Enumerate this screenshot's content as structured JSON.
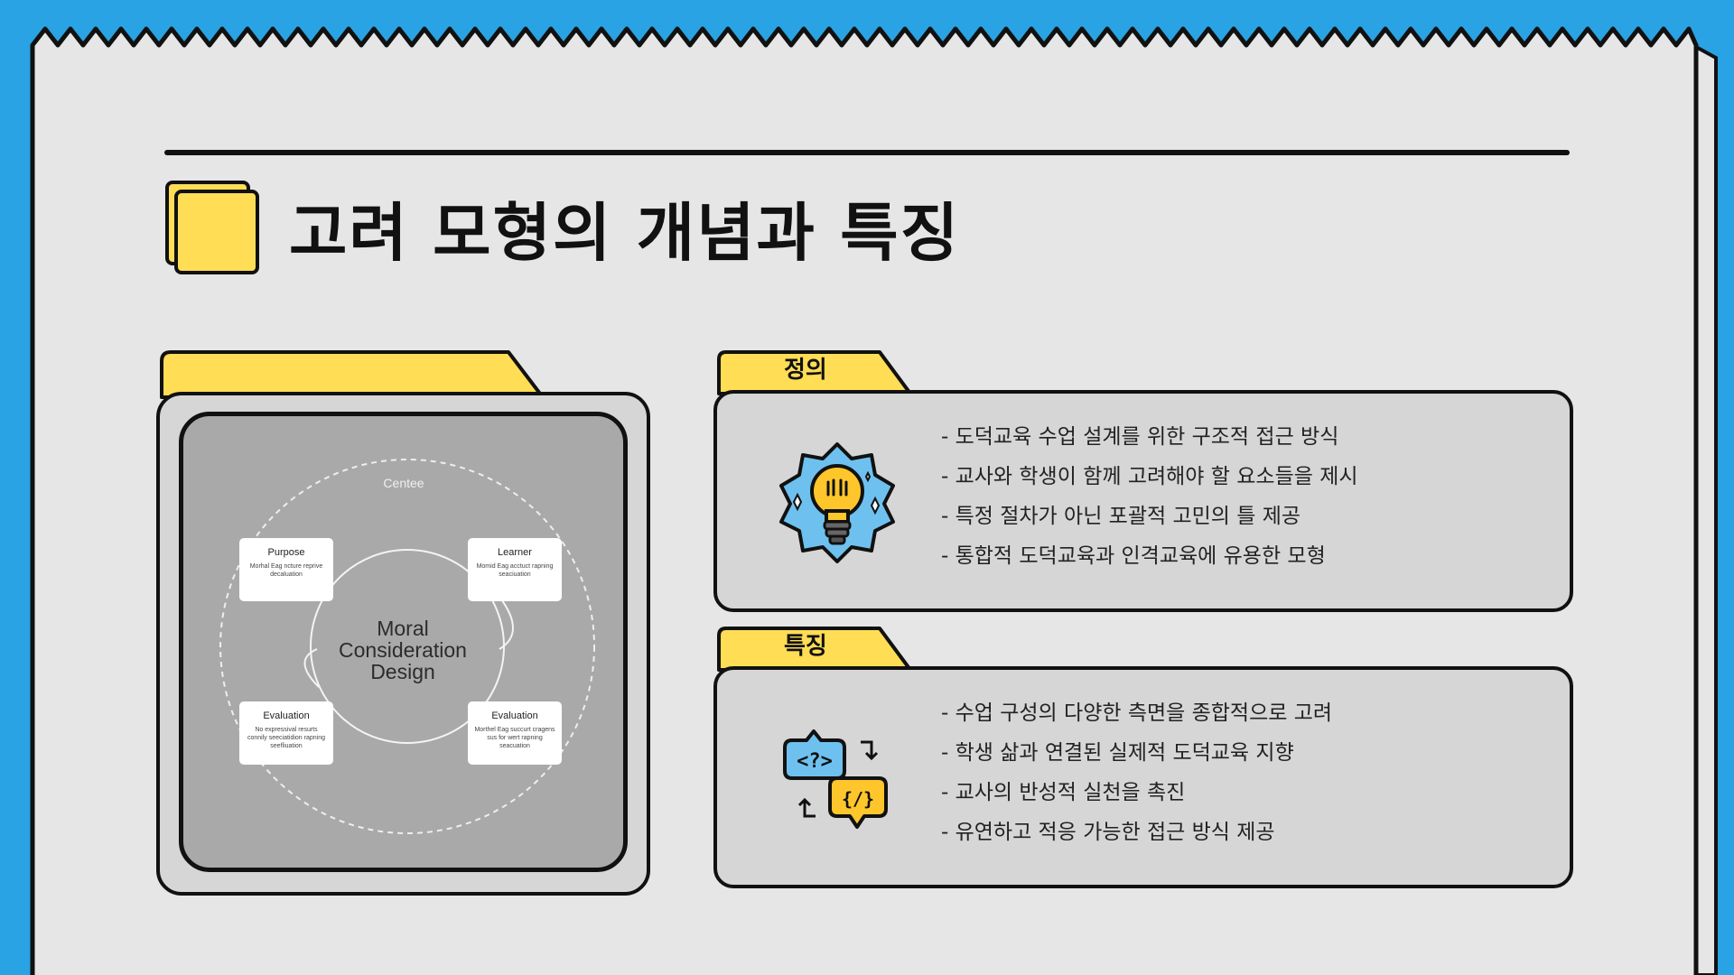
{
  "page": {
    "title": "고려 모형의 개념과 특징",
    "background_color": "#29a3e3",
    "paper_color": "#e6e6e6",
    "accent_color": "#ffdd55"
  },
  "diagram": {
    "center_label": "Moral\nConsideration\nDesign",
    "outer_label": "Centee",
    "nodes": [
      {
        "title": "Purpose",
        "text": "Morhal Eag ncture reprive decaluation"
      },
      {
        "title": "Learner",
        "text": "Momid Eag acctuct rapning seaciuation"
      },
      {
        "title": "Evaluation",
        "text": "No expressival resurts connily seeciatidion rapning seefliuation"
      },
      {
        "title": "Evaluation",
        "text": "Morthel Eag succurt cragens sus for wert rapning seacuation"
      }
    ]
  },
  "definition": {
    "tab_label": "정의",
    "icon": "lightbulb-icon",
    "items": [
      "- 도덕교육 수업 설계를 위한 구조적 접근 방식",
      "- 교사와 학생이 함께 고려해야 할 요소들을 제시",
      "- 특정 절차가 아닌 포괄적 고민의 틀 제공",
      "- 통합적 도덕교육과 인격교육에 유용한 모형"
    ]
  },
  "features": {
    "tab_label": "특징",
    "icon": "code-exchange-icon",
    "items": [
      "- 수업 구성의 다양한 측면을 종합적으로 고려",
      "- 학생 삶과 연결된 실제적 도덕교육 지향",
      "- 교사의 반성적 실천을 촉진",
      "- 유연하고 적응 가능한 접근 방식 제공"
    ]
  }
}
